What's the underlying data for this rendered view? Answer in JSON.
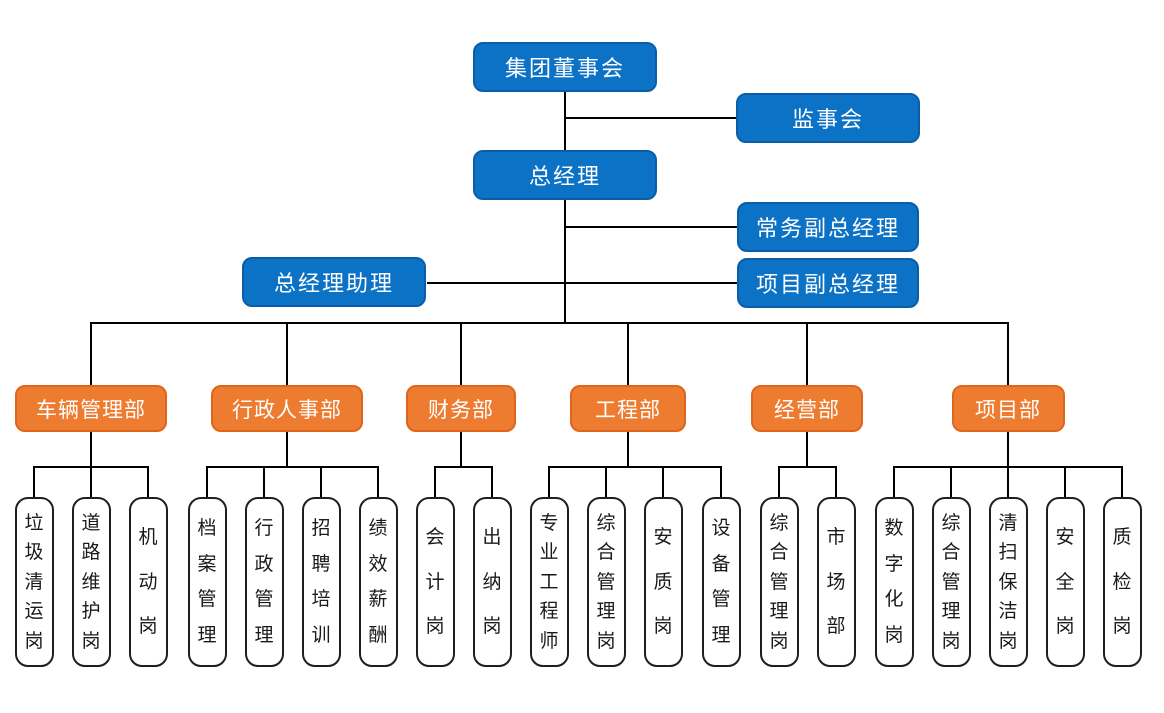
{
  "colors": {
    "primary_blue": "#0C72C6",
    "primary_blue_border": "#0A5EA8",
    "accent_orange": "#ED7C31",
    "accent_orange_border": "#DF651C",
    "leaf_border": "#1F1F1F",
    "connector": "#000000"
  },
  "org_chart": {
    "top_nodes": [
      {
        "id": "group-board",
        "label": "集团董事会"
      },
      {
        "id": "supervisory-board",
        "label": "监事会"
      },
      {
        "id": "general-manager",
        "label": "总经理"
      },
      {
        "id": "executive-deputy-gm",
        "label": "常务副总经理"
      },
      {
        "id": "project-deputy-gm",
        "label": "项目副总经理"
      },
      {
        "id": "gm-assistant",
        "label": "总经理助理"
      }
    ],
    "departments": [
      {
        "label": "车辆管理部",
        "positions": [
          "垃圾清运岗",
          "道路维护岗",
          "机动岗"
        ]
      },
      {
        "label": "行政人事部",
        "positions": [
          "档案管理",
          "行政管理",
          "招聘培训",
          "绩效薪酬"
        ]
      },
      {
        "label": "财务部",
        "positions": [
          "会计岗",
          "出纳岗"
        ]
      },
      {
        "label": "工程部",
        "positions": [
          "专业工程师",
          "综合管理岗",
          "安质岗",
          "设备管理"
        ]
      },
      {
        "label": "经营部",
        "positions": [
          "综合管理岗",
          "市场部"
        ]
      },
      {
        "label": "项目部",
        "positions": [
          "数字化岗",
          "综合管理岗",
          "清扫保洁岗",
          "安全岗",
          "质检岗"
        ]
      }
    ]
  }
}
